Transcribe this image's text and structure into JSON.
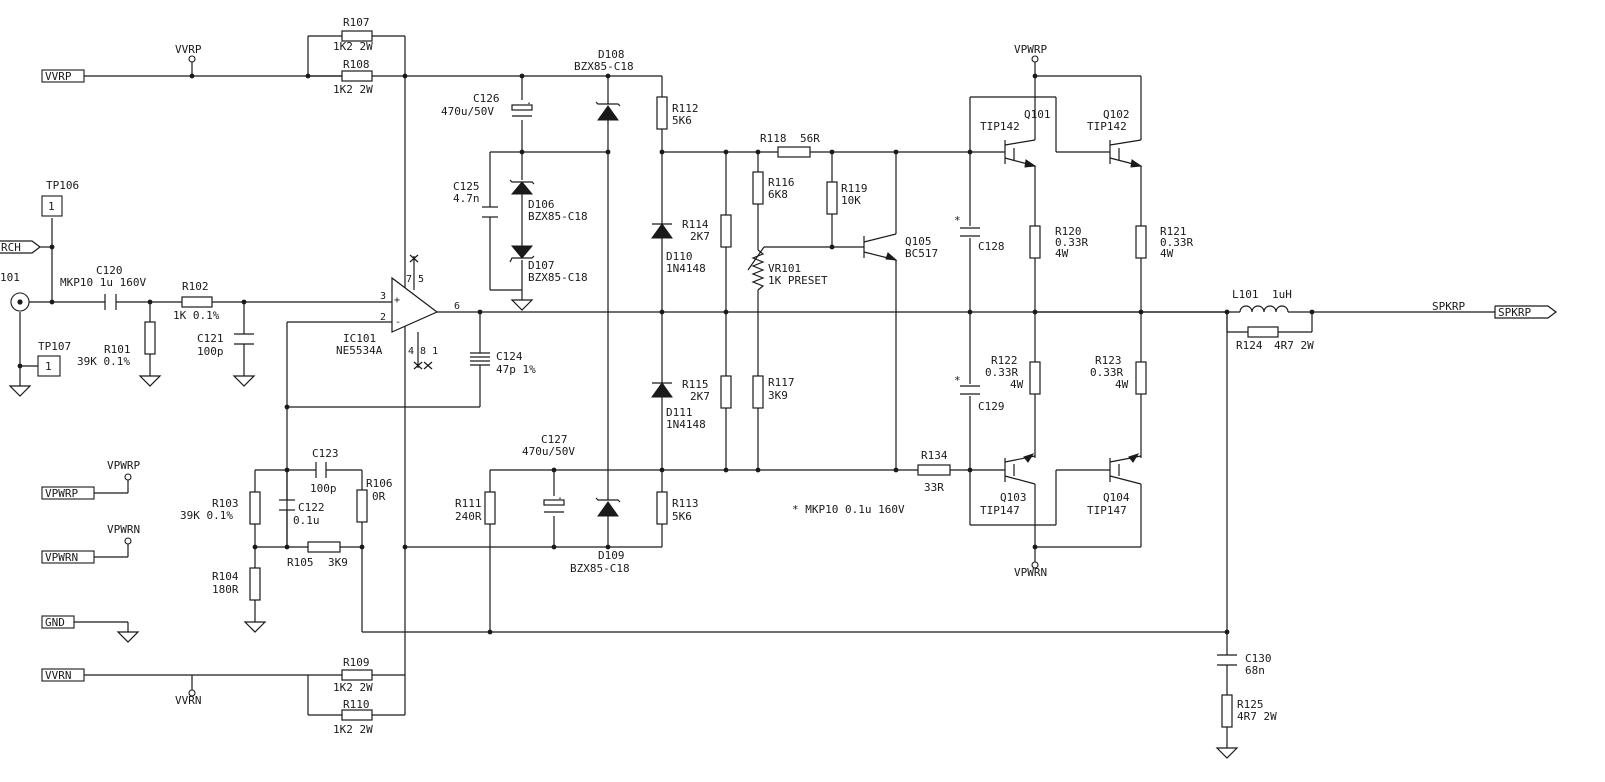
{
  "schematic": {
    "ports": {
      "vvrp": "VVRP",
      "vpwrp": "VPWRP",
      "vpwrn": "VPWRN",
      "gnd": "GND",
      "vvrn": "VVRN",
      "rch": "RCH",
      "spkrp": "SPKRP"
    },
    "rails": {
      "vvrp": "VVRP",
      "vvrn": "VVRN",
      "vpwrp_top": "VPWRP",
      "vpwrn_bottom": "VPWRN",
      "vpwrp_left": "VPWRP",
      "vpwrn_left": "VPWRN",
      "spkrp": "SPKRP"
    },
    "testpoints": {
      "tp106": "TP106",
      "tp107": "TP107",
      "pin": "1",
      "j101": "101"
    },
    "opamp": {
      "ref": "IC101",
      "part": "NE5534A",
      "pin_in_plus": "3",
      "pin_in_minus": "2",
      "pin_out": "6",
      "pins_top": "7 5",
      "pins_bottom": "4 8 1"
    },
    "components": {
      "r107": {
        "ref": "R107",
        "val": "1K2 2W"
      },
      "r108": {
        "ref": "R108",
        "val": "1K2 2W"
      },
      "r109": {
        "ref": "R109",
        "val": "1K2 2W"
      },
      "r110": {
        "ref": "R110",
        "val": "1K2 2W"
      },
      "c120": {
        "ref": "C120",
        "val": "MKP10 1u 160V"
      },
      "r102": {
        "ref": "R102",
        "val": "1K 0.1%"
      },
      "r101": {
        "ref": "R101",
        "val": "39K 0.1%"
      },
      "c121": {
        "ref": "C121",
        "val": "100p"
      },
      "r103": {
        "ref": "R103",
        "val": "39K 0.1%"
      },
      "r104": {
        "ref": "R104",
        "val": "180R"
      },
      "r105": {
        "ref": "R105",
        "val": "3K9"
      },
      "r106": {
        "ref": "R106",
        "val": "0R"
      },
      "c122": {
        "ref": "C122",
        "val": "0.1u"
      },
      "c123": {
        "ref": "C123",
        "val": "100p"
      },
      "c124": {
        "ref": "C124",
        "val": "47p 1%"
      },
      "c125": {
        "ref": "C125",
        "val": "4.7n"
      },
      "c126": {
        "ref": "C126",
        "val": "470u/50V"
      },
      "c127": {
        "ref": "C127",
        "val": "470u/50V"
      },
      "d106": {
        "ref": "D106",
        "val": "BZX85-C18"
      },
      "d107": {
        "ref": "D107",
        "val": "BZX85-C18"
      },
      "d108": {
        "ref": "D108",
        "val": "BZX85-C18"
      },
      "d109": {
        "ref": "D109",
        "val": "BZX85-C18"
      },
      "d110": {
        "ref": "D110",
        "val": "1N4148"
      },
      "d111": {
        "ref": "D111",
        "val": "1N4148"
      },
      "r111": {
        "ref": "R111",
        "val": "240R"
      },
      "r112": {
        "ref": "R112",
        "val": "5K6"
      },
      "r113": {
        "ref": "R113",
        "val": "5K6"
      },
      "r114": {
        "ref": "R114",
        "val": "2K7"
      },
      "r115": {
        "ref": "R115",
        "val": "2K7"
      },
      "r116": {
        "ref": "R116",
        "val": "6K8"
      },
      "r117": {
        "ref": "R117",
        "val": "3K9"
      },
      "r118": {
        "ref": "R118",
        "val": "56R"
      },
      "r119": {
        "ref": "R119",
        "val": "10K"
      },
      "vr101": {
        "ref": "VR101",
        "val": "1K PRESET"
      },
      "q105": {
        "ref": "Q105",
        "val": "BC517"
      },
      "c128": {
        "ref": "C128",
        "val": ""
      },
      "c129": {
        "ref": "C129",
        "val": ""
      },
      "r134": {
        "ref": "R134",
        "val": "33R"
      },
      "q101": {
        "ref": "Q101",
        "val": "TIP142"
      },
      "q102": {
        "ref": "Q102",
        "val": "TIP142"
      },
      "q103": {
        "ref": "Q103",
        "val": "TIP147"
      },
      "q104": {
        "ref": "Q104",
        "val": "TIP147"
      },
      "r120": {
        "ref": "R120",
        "val": "0.33R",
        "val2": "4W"
      },
      "r121": {
        "ref": "R121",
        "val": "0.33R",
        "val2": "4W"
      },
      "r122": {
        "ref": "R122",
        "val": "0.33R",
        "val2": "4W"
      },
      "r123": {
        "ref": "R123",
        "val": "0.33R",
        "val2": "4W"
      },
      "l101": {
        "ref": "L101",
        "val": "1uH"
      },
      "r124": {
        "ref": "R124",
        "val": "4R7 2W"
      },
      "c130": {
        "ref": "C130",
        "val": "68n"
      },
      "r125": {
        "ref": "R125",
        "val": "4R7 2W"
      }
    },
    "note_star": "*",
    "note": "* MKP10 0.1u 160V"
  }
}
